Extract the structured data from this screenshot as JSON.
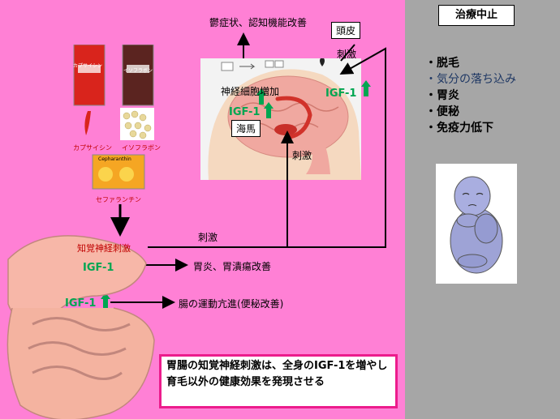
{
  "top_note": "鬱症状、認知機能改善",
  "scalp_label": "頭皮",
  "stimulus_label": "刺激",
  "neuron_growth_label": "神経細胞増加",
  "hippocampus_label": "海馬",
  "igf1_label": "IGF-1",
  "capsaicin_label": "カプサイシン",
  "isoflavone_label": "イソフラボン",
  "cepharanthine_label": "セファランチン",
  "package_text_1": "カプサイシン",
  "package_text_2": "イソフラボン",
  "package_text_3": "Cepharanthin",
  "sensory_nerve_label": "知覚神経刺激",
  "stomach_effect": "胃炎、胃潰瘍改善",
  "intestine_effect": "腸の運動亢進(便秘改善)",
  "summary_text": "胃腸の知覚神経刺激は、全身のIGF-1を増やし育毛以外の健康効果を発現させる",
  "stop_title": "治療中止",
  "effects": [
    "・脱毛",
    "・気分の落ち込み",
    "・胃炎",
    "・便秘",
    "・免疫力低下"
  ],
  "colors": {
    "background": "#ff80d5",
    "sidebar": "#a6a6a6",
    "igf_green": "#00a651",
    "summary_border": "#ec1c8c",
    "highlight_text": "#1f3864"
  }
}
